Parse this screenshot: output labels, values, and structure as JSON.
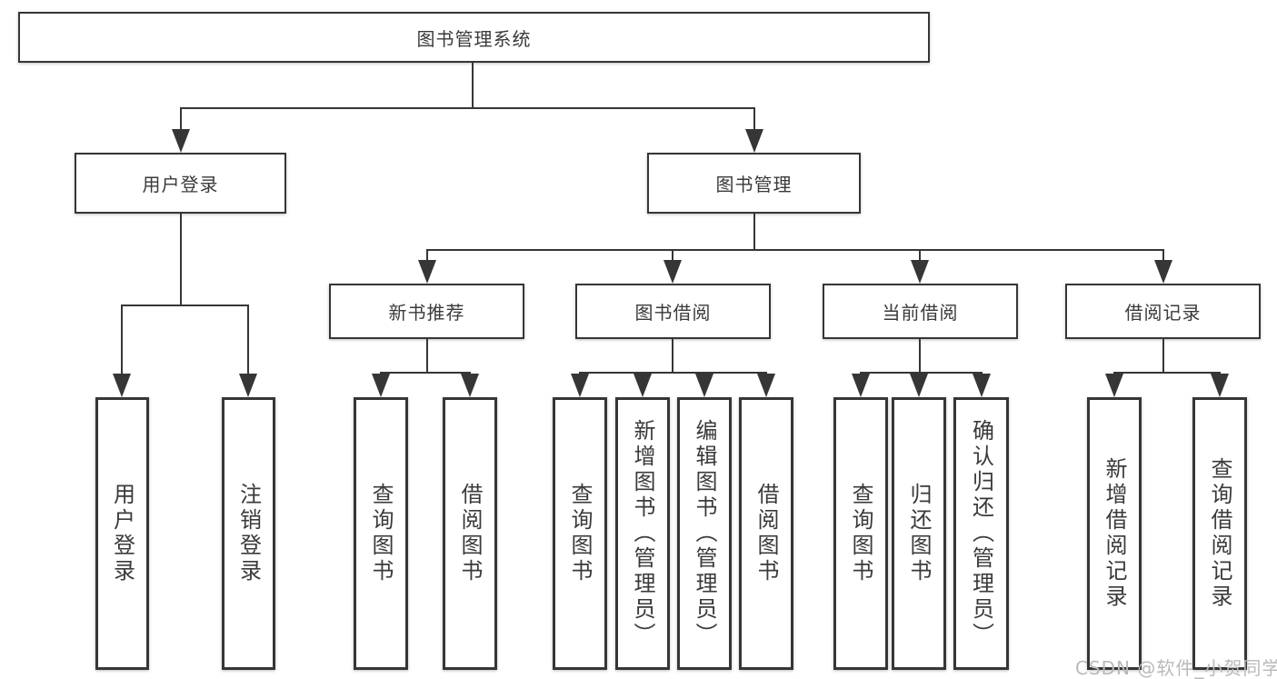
{
  "tree": {
    "root": "图书管理系统",
    "branches": [
      {
        "label": "用户登录",
        "leaves": [
          "用户登录",
          "注销登录"
        ]
      },
      {
        "label": "图书管理",
        "groups": [
          {
            "label": "新书推荐",
            "leaves": [
              "查询图书",
              "借阅图书"
            ]
          },
          {
            "label": "图书借阅",
            "leaves": [
              "查询图书",
              "新增图书（管理员）",
              "编辑图书（管理员）",
              "借阅图书"
            ]
          },
          {
            "label": "当前借阅",
            "leaves": [
              "查询图书",
              "归还图书",
              "确认归还（管理员）"
            ]
          },
          {
            "label": "借阅记录",
            "leaves": [
              "新增借阅记录",
              "查询借阅记录"
            ]
          }
        ]
      }
    ]
  },
  "watermark": "CSDN @软件_小贺同学",
  "colors": {
    "line": "#363636",
    "text": "#3a3a3a",
    "watermark": "#b9b9b9",
    "background": "#ffffff"
  }
}
